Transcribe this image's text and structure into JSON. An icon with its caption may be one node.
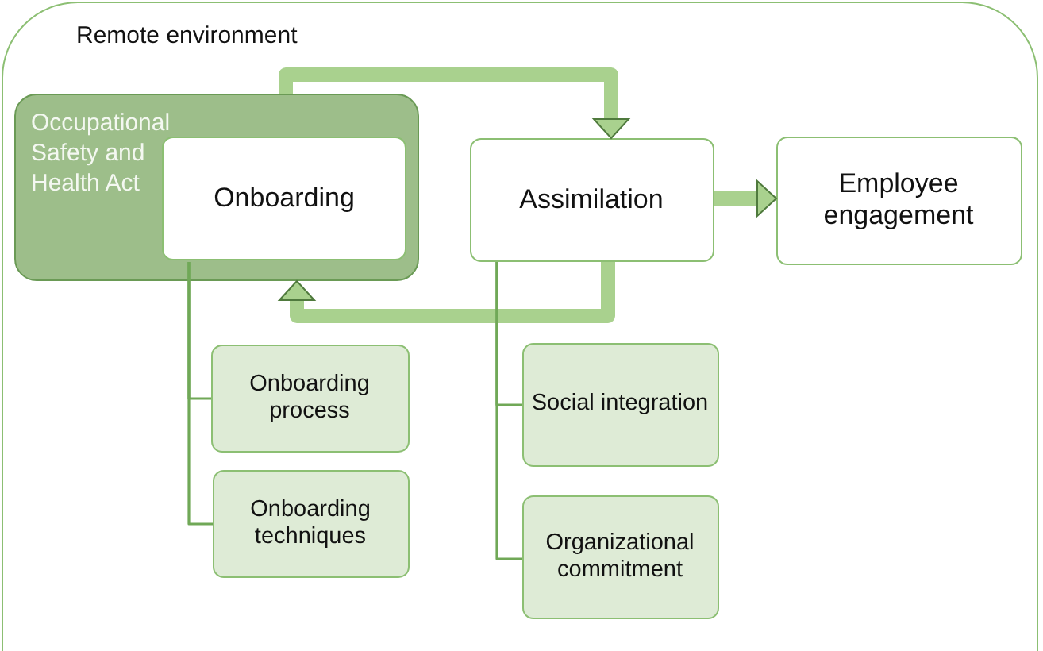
{
  "diagram": {
    "nodes": [
      {
        "text": [
          "Remote environment"
        ]
      },
      {
        "text": [
          "Occupational Safety and Health Act"
        ],
        "in": 0
      },
      {
        "text": [
          "Onboarding"
        ],
        "in": 1
      },
      {
        "text": [
          "Assimilation"
        ],
        "in": 0
      },
      {
        "text": [
          "Employee engagement"
        ],
        "in": 0
      },
      {
        "text": [
          "Onboarding process"
        ],
        "in": 0
      },
      {
        "text": [
          "Onboarding techniques"
        ],
        "in": 0
      },
      {
        "text": [
          "Social integration"
        ],
        "in": 0
      },
      {
        "text": [
          "Organizational commitment"
        ],
        "in": 0
      }
    ],
    "edges": [
      {
        "from": 1,
        "to": 3,
        "arrow": "to",
        "style": "thick"
      },
      {
        "from": 3,
        "to": 1,
        "arrow": "to",
        "style": "thick"
      },
      {
        "from": 3,
        "to": 4,
        "arrow": "to",
        "style": "thick"
      },
      {
        "from": 2,
        "to": 5,
        "arrow": "none"
      },
      {
        "from": 2,
        "to": 6,
        "arrow": "none"
      },
      {
        "from": 3,
        "to": 7,
        "arrow": "none"
      },
      {
        "from": 3,
        "to": 8,
        "arrow": "none"
      }
    ]
  }
}
